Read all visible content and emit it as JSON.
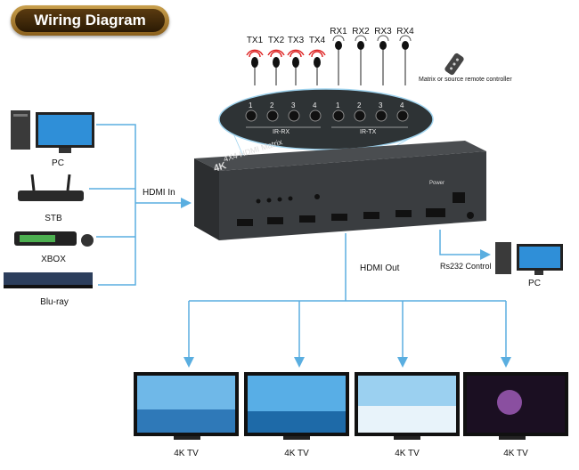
{
  "title": "Wiring Diagram",
  "ir": {
    "tx": [
      "TX1",
      "TX2",
      "TX3",
      "TX4"
    ],
    "rx": [
      "RX1",
      "RX2",
      "RX3",
      "RX4"
    ],
    "remote_note": "Matrix or source remote controller",
    "port_numbers": [
      "1",
      "2",
      "3",
      "4",
      "1",
      "2",
      "3",
      "4"
    ],
    "group_left": "IR-RX",
    "group_right": "IR-TX"
  },
  "sources": [
    "PC",
    "STB",
    "XBOX",
    "Blu-ray"
  ],
  "hdmi_in": "HDMI In",
  "hdmi_out": "HDMI Out",
  "rs232": "Rs232 Control",
  "control_pc": "PC",
  "matrix": {
    "model": "4X4 HDMI Matrix",
    "brand": "4K",
    "power": "Power"
  },
  "displays": [
    "4K TV",
    "4K TV",
    "4K TV",
    "4K TV"
  ],
  "colors": {
    "line": "#5aaee0",
    "badge_gold": "#b8893a",
    "device": "#3a3a3a"
  }
}
